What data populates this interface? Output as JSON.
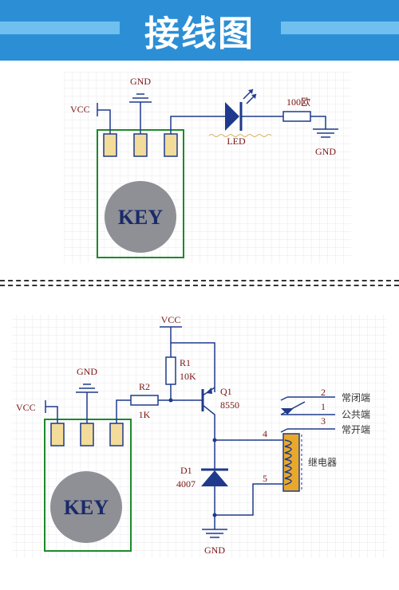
{
  "header": {
    "title": "接线图"
  },
  "top_diagram": {
    "vcc": "VCC",
    "gnd_top": "GND",
    "led": "LED",
    "resistor": "100欧",
    "gnd_right": "GND",
    "key": "KEY"
  },
  "bottom_diagram": {
    "vcc_left": "VCC",
    "gnd_left": "GND",
    "key": "KEY",
    "vcc_top": "VCC",
    "r1_name": "R1",
    "r1_value": "10K",
    "r2_name": "R2",
    "r2_value": "1K",
    "q1_name": "Q1",
    "q1_value": "8550",
    "d1_name": "D1",
    "d1_value": "4007",
    "gnd_bottom": "GND",
    "pin2": "2",
    "pin1": "1",
    "pin3": "3",
    "pin4": "4",
    "pin5": "5",
    "nc_label": "常闭端",
    "com_label": "公共端",
    "no_label": "常开端",
    "relay_label": "继电器"
  },
  "colors": {
    "banner": "#2c8fd6",
    "banner_bar": "#6fc0ee",
    "wire": "#1f3a8c",
    "module": "#1c8a2a",
    "label": "#7a1414",
    "key_circle": "#8e9096",
    "relay_coil": "#e8a92a"
  }
}
